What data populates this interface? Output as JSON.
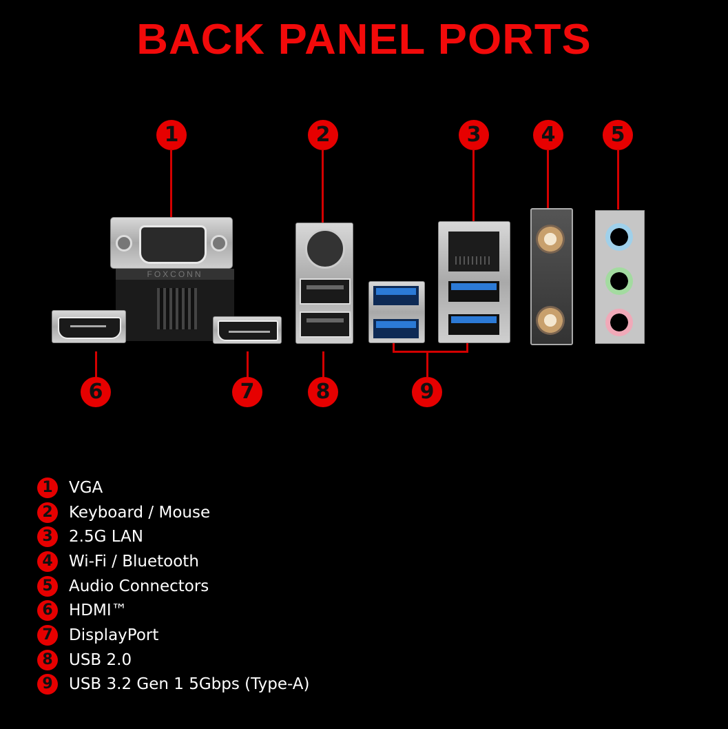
{
  "title": "BACK PANEL PORTS",
  "accent_color": "#e60000",
  "callouts": [
    {
      "number": "1",
      "port": "VGA"
    },
    {
      "number": "2",
      "port": "Keyboard / Mouse"
    },
    {
      "number": "3",
      "port": "2.5G LAN"
    },
    {
      "number": "4",
      "port": "Wi-Fi / Bluetooth"
    },
    {
      "number": "5",
      "port": "Audio Connectors"
    },
    {
      "number": "6",
      "port": "HDMI™"
    },
    {
      "number": "7",
      "port": "DisplayPort"
    },
    {
      "number": "8",
      "port": "USB 2.0"
    },
    {
      "number": "9",
      "port": "USB 3.2 Gen 1 5Gbps (Type-A)"
    }
  ],
  "vga_brand_label": "FOXCONN",
  "audio_jack_colors": [
    "#9fd0ea",
    "#a3dba0",
    "#f0a9b8"
  ],
  "legend": [
    {
      "number": "1",
      "label": "VGA"
    },
    {
      "number": "2",
      "label": "Keyboard / Mouse"
    },
    {
      "number": "3",
      "label": "2.5G LAN"
    },
    {
      "number": "4",
      "label": "Wi-Fi / Bluetooth"
    },
    {
      "number": "5",
      "label": "Audio Connectors"
    },
    {
      "number": "6",
      "label": "HDMI™"
    },
    {
      "number": "7",
      "label": "DisplayPort"
    },
    {
      "number": "8",
      "label": "USB 2.0"
    },
    {
      "number": "9",
      "label": "USB 3.2 Gen 1 5Gbps (Type-A)"
    }
  ]
}
